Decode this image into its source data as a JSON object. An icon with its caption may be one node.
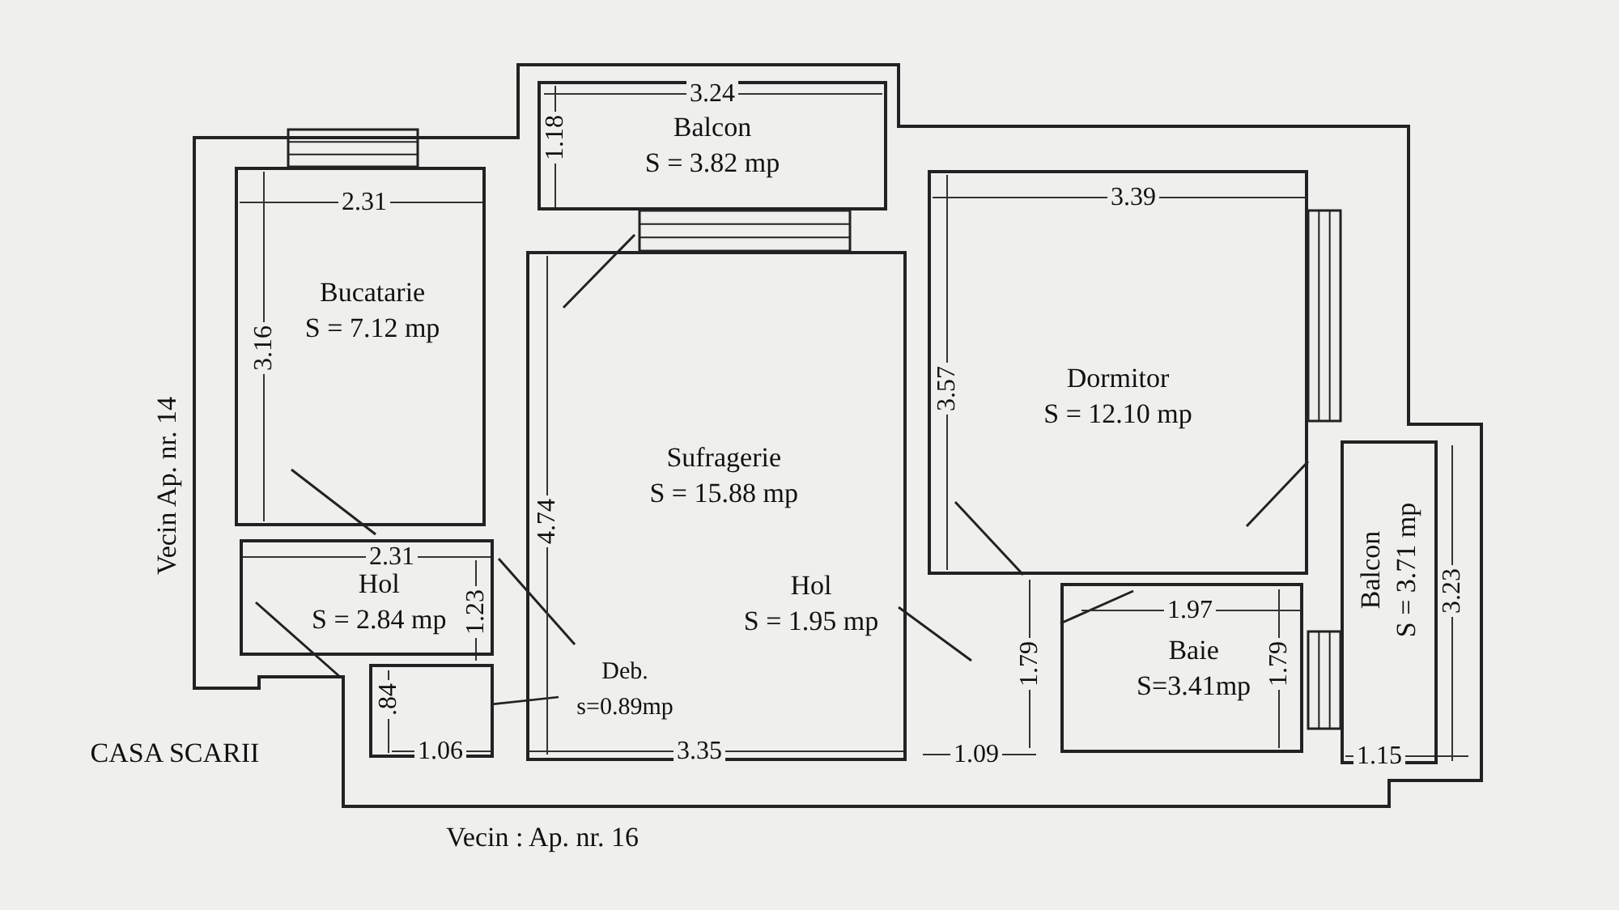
{
  "diagram": {
    "nodes": [
      {
        "text": [
          "Balcon",
          "S = 3.82 mp"
        ]
      },
      {
        "text": [
          "Bucatarie",
          "S = 7.12 mp"
        ]
      },
      {
        "text": [
          "Dormitor",
          "S = 12.10 mp"
        ]
      },
      {
        "text": [
          "Sufragerie",
          "S = 15.88 mp"
        ]
      },
      {
        "text": [
          "Hol",
          "S = 1.95 mp"
        ],
        "in": 3
      },
      {
        "text": [
          "Deb.",
          "s=0.89mp"
        ],
        "in": 3
      },
      {
        "text": [
          "Hol",
          "S = 2.84 mp"
        ]
      },
      {
        "text": [
          "Balcon",
          "S = 3.71 mp"
        ]
      },
      {
        "text": [
          "Baie",
          "S=3.41mp"
        ]
      },
      {
        "text": [],
        "shape": "box"
      }
    ],
    "edges": [
      {
        "from": 5,
        "to": 9,
        "arrow": "none"
      }
    ],
    "labels": [
      "3.24",
      "1.18",
      "2.31",
      "3.39",
      "3.16",
      "3.57",
      "4.74",
      "2.31",
      "1.23",
      "1.97",
      "1.79",
      "1.79",
      "3.23",
      ".84",
      "1.06",
      "3.35",
      "1.09",
      "1.15",
      "Vecin Ap. nr. 14",
      "CASA SCARII",
      "Vecin : Ap. nr. 16"
    ]
  }
}
